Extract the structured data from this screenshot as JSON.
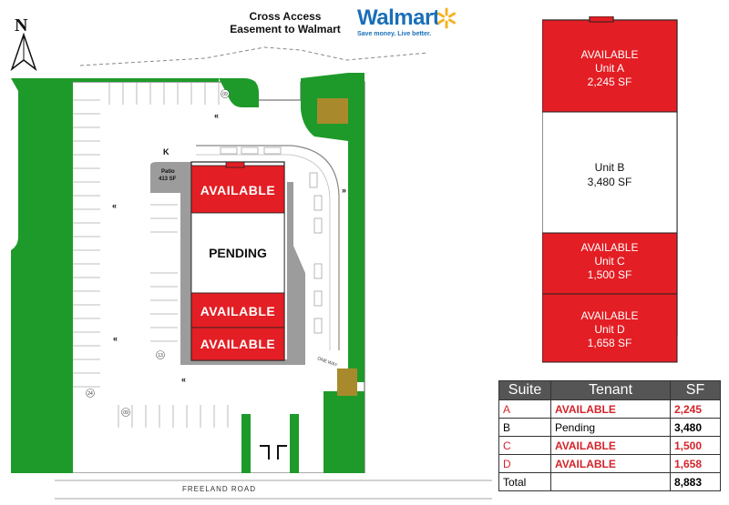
{
  "header": {
    "easement_line1": "Cross Access",
    "easement_line2": "Easement to Walmart",
    "walmart_name": "Walmart",
    "walmart_tagline": "Save money. Live better.",
    "north_label": "N"
  },
  "site": {
    "road_label": "FREELAND ROAD",
    "patio_label": "Patio",
    "patio_size": "413 SF",
    "one_way_label": "ONE WAY",
    "blocks": [
      {
        "label": "AVAILABLE",
        "status": "available"
      },
      {
        "label": "PENDING",
        "status": "pending"
      },
      {
        "label": "AVAILABLE",
        "status": "available"
      },
      {
        "label": "AVAILABLE",
        "status": "available"
      }
    ],
    "parking_counts": [
      "09",
      "13",
      "24",
      "09"
    ]
  },
  "floorplan": {
    "units": [
      {
        "status": "AVAILABLE",
        "unit": "Unit A",
        "size": "2,245 SF",
        "available": true
      },
      {
        "status": "",
        "unit": "Unit B",
        "size": "3,480 SF",
        "available": false
      },
      {
        "status": "AVAILABLE",
        "unit": "Unit C",
        "size": "1,500 SF",
        "available": true
      },
      {
        "status": "AVAILABLE",
        "unit": "Unit D",
        "size": "1,658 SF",
        "available": true
      }
    ]
  },
  "legend": {
    "headers": [
      "Suite",
      "Tenant",
      "SF"
    ],
    "rows": [
      {
        "suite": "A",
        "tenant": "AVAILABLE",
        "sf": "2,245",
        "available": true
      },
      {
        "suite": "B",
        "tenant": "Pending",
        "sf": "3,480",
        "available": false
      },
      {
        "suite": "C",
        "tenant": "AVAILABLE",
        "sf": "1,500",
        "available": true
      },
      {
        "suite": "D",
        "tenant": "AVAILABLE",
        "sf": "1,658",
        "available": true
      }
    ],
    "total_label": "Total",
    "total_sf": "8,883"
  },
  "colors": {
    "available": "#e31e24",
    "landscape": "#1e9a2a",
    "walkway": "#9c9c9c",
    "building_outline": "#222222",
    "dumpster": "#a88a2c",
    "walmart_blue": "#1a6fb8",
    "walmart_spark": "#f5b324"
  }
}
